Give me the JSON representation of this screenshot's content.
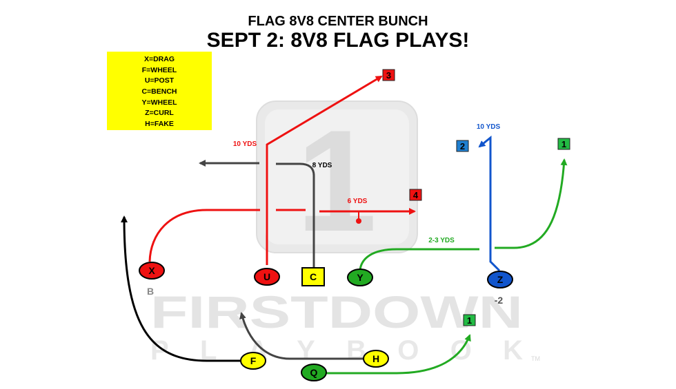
{
  "header": {
    "subtitle": "FLAG 8V8 CENTER BUNCH",
    "title": "SEPT 2: 8V8 FLAG  PLAYS!"
  },
  "legend": [
    "X=DRAG",
    "F=WHEEL",
    "U=POST",
    "C=BENCH",
    "Y=WHEEL",
    "Z=CURL",
    "H=FAKE"
  ],
  "players": {
    "X": "X",
    "U": "U",
    "C": "C",
    "Y": "Y",
    "Z": "Z",
    "F": "F",
    "H": "H",
    "Q": "Q"
  },
  "player_notes": {
    "x_note": "B",
    "z_note": "-2"
  },
  "read_numbers": {
    "u_route": "3",
    "z_route": "2",
    "y_route": "1",
    "x_route": "4",
    "q_route": "1"
  },
  "route_labels": {
    "u_depth": "10 YDS",
    "c_depth": "8 YDS",
    "x_depth": "6 YDS",
    "y_depth": "2-3 YDS",
    "z_depth": "10 YDS"
  },
  "watermark": {
    "line1": "FIRSTDOWN",
    "line2": "PLAYBOOK",
    "trademark": "TM",
    "logo_numeral": "1"
  },
  "colors": {
    "red": "#ee1111",
    "blue": "#1155cc",
    "green": "#22aa22",
    "black": "#000000",
    "dark_gray": "#444444",
    "yellow": "#ffff00",
    "legend_bg": "#ffff00",
    "watermark": "#e4e4e4"
  }
}
